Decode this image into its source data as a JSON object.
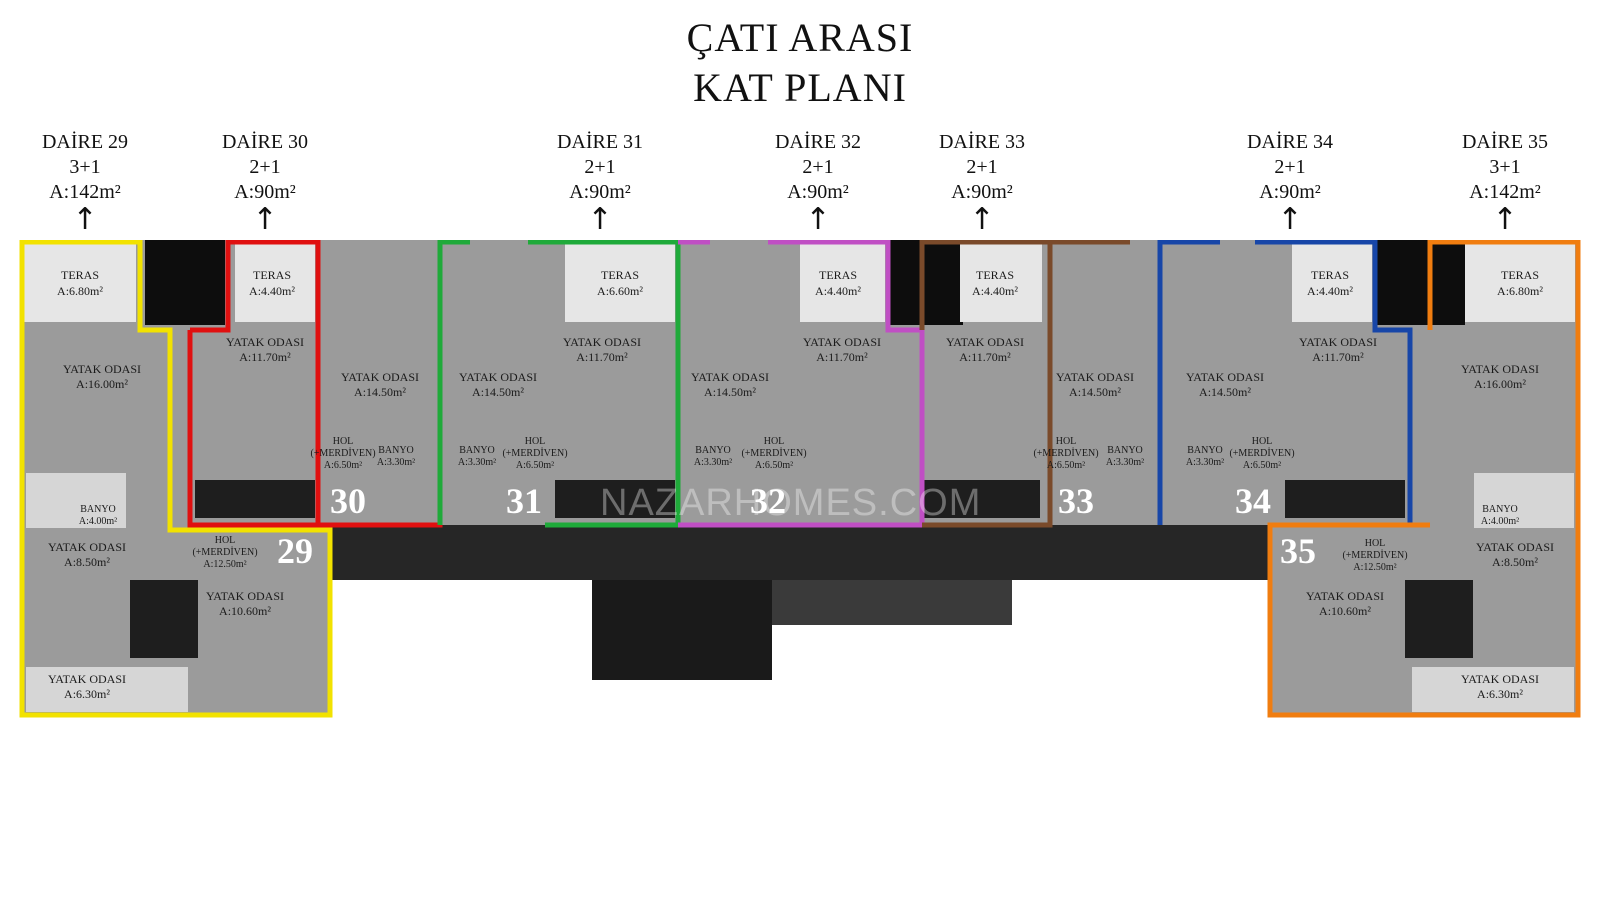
{
  "title": {
    "line1": "ÇATI ARASI",
    "line2": "KAT PLANI"
  },
  "apartments": [
    {
      "name": "DAİRE 29",
      "type": "3+1",
      "area": "A:142m²",
      "color": "#f2e200"
    },
    {
      "name": "DAİRE 30",
      "type": "2+1",
      "area": "A:90m²",
      "color": "#e01010"
    },
    {
      "name": "DAİRE 31",
      "type": "2+1",
      "area": "A:90m²",
      "color": "#1faa3a"
    },
    {
      "name": "DAİRE 32",
      "type": "2+1",
      "area": "A:90m²",
      "color": "#c04fc4"
    },
    {
      "name": "DAİRE 33",
      "type": "2+1",
      "area": "A:90m²",
      "color": "#7a4a2a"
    },
    {
      "name": "DAİRE 34",
      "type": "2+1",
      "area": "A:90m²",
      "color": "#1746a8"
    },
    {
      "name": "DAİRE 35",
      "type": "3+1",
      "area": "A:142m²",
      "color": "#f07d10"
    }
  ],
  "arrow_symbol": "↑",
  "unit_numbers": [
    "29",
    "30",
    "31",
    "32",
    "33",
    "34",
    "35"
  ],
  "rooms": {
    "teras_680": {
      "name": "TERAS",
      "area": "A:6.80m²"
    },
    "teras_440": {
      "name": "TERAS",
      "area": "A:4.40m²"
    },
    "teras_660": {
      "name": "TERAS",
      "area": "A:6.60m²"
    },
    "yatak_1600": {
      "name": "YATAK ODASI",
      "area": "A:16.00m²"
    },
    "yatak_1170": {
      "name": "YATAK ODASI",
      "area": "A:11.70m²"
    },
    "yatak_1450": {
      "name": "YATAK ODASI",
      "area": "A:14.50m²"
    },
    "yatak_850": {
      "name": "YATAK ODASI",
      "area": "A:8.50m²"
    },
    "yatak_1060": {
      "name": "YATAK ODASI",
      "area": "A:10.60m²"
    },
    "yatak_630": {
      "name": "YATAK ODASI",
      "area": "A:6.30m²"
    },
    "banyo_400": {
      "name": "BANYO",
      "area": "A:4.00m²"
    },
    "banyo_330": {
      "name": "BANYO",
      "area": "A:3.30m²"
    },
    "hol_merdiven": {
      "name": "HOL",
      "sub": "(+MERDİVEN)",
      "area": "A:6.50m²"
    },
    "hol_merdiven_big": {
      "name": "HOL",
      "sub": "(+MERDİVEN)",
      "area": "A:12.50m²"
    }
  },
  "watermark": "NAZARHOMES.COM",
  "colors": {
    "floor": "#9a9a9a",
    "wall": "#111111",
    "corridor": "#2a2a2a",
    "terrace": "#e6e6e6"
  }
}
